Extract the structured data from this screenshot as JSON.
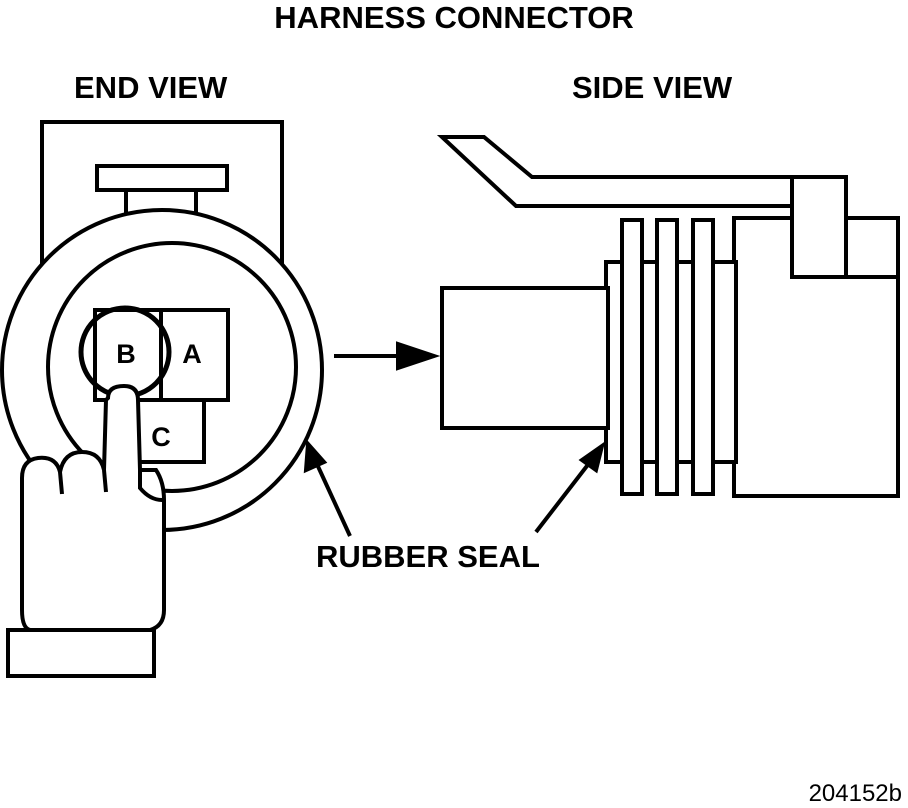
{
  "title": "HARNESS CONNECTOR",
  "views": {
    "end": "END VIEW",
    "side": "SIDE VIEW"
  },
  "pins": {
    "a": "A",
    "b": "B",
    "c": "C"
  },
  "callout": "RUBBER SEAL",
  "figure_code": "204152b",
  "colors": {
    "line": "#000000",
    "background": "#ffffff"
  },
  "icons": {
    "pointer": "pointing-hand-icon",
    "arrow": "right-arrow-icon"
  }
}
